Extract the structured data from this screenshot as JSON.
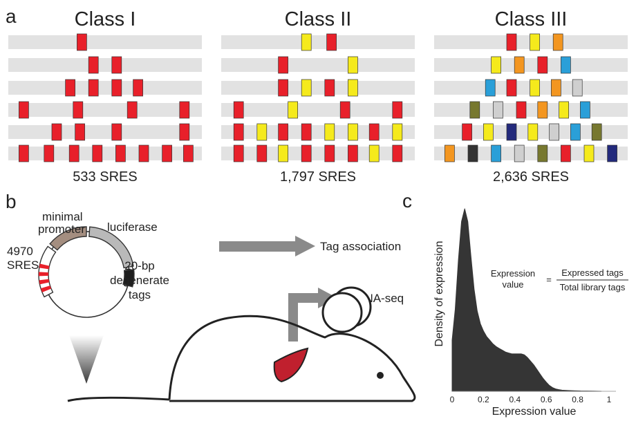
{
  "panel_a": {
    "letter": "a",
    "classes": [
      {
        "title": "Class I",
        "count": "533 SRES",
        "rows": [
          [
            {
              "c": "red",
              "p": 0.38
            }
          ],
          [
            {
              "c": "red",
              "p": 0.44
            },
            {
              "c": "red",
              "p": 0.56
            }
          ],
          [
            {
              "c": "red",
              "p": 0.32
            },
            {
              "c": "red",
              "p": 0.44
            },
            {
              "c": "red",
              "p": 0.56
            },
            {
              "c": "red",
              "p": 0.67
            }
          ],
          [
            {
              "c": "red",
              "p": 0.08
            },
            {
              "c": "red",
              "p": 0.36
            },
            {
              "c": "red",
              "p": 0.64
            },
            {
              "c": "red",
              "p": 0.91
            }
          ],
          [
            {
              "c": "red",
              "p": 0.25
            },
            {
              "c": "red",
              "p": 0.37
            },
            {
              "c": "red",
              "p": 0.56
            },
            {
              "c": "red",
              "p": 0.91
            }
          ],
          [
            {
              "c": "red",
              "p": 0.08
            },
            {
              "c": "red",
              "p": 0.21
            },
            {
              "c": "red",
              "p": 0.34
            },
            {
              "c": "red",
              "p": 0.46
            },
            {
              "c": "red",
              "p": 0.58
            },
            {
              "c": "red",
              "p": 0.7
            },
            {
              "c": "red",
              "p": 0.82
            },
            {
              "c": "red",
              "p": 0.93
            }
          ]
        ]
      },
      {
        "title": "Class II",
        "count": "1,797 SRES",
        "rows": [
          [
            {
              "c": "yellow",
              "p": 0.44
            },
            {
              "c": "red",
              "p": 0.57
            }
          ],
          [
            {
              "c": "red",
              "p": 0.32
            },
            {
              "c": "yellow",
              "p": 0.68
            }
          ],
          [
            {
              "c": "red",
              "p": 0.32
            },
            {
              "c": "yellow",
              "p": 0.44
            },
            {
              "c": "red",
              "p": 0.56
            },
            {
              "c": "yellow",
              "p": 0.68
            }
          ],
          [
            {
              "c": "red",
              "p": 0.09
            },
            {
              "c": "yellow",
              "p": 0.37
            },
            {
              "c": "red",
              "p": 0.64
            },
            {
              "c": "red",
              "p": 0.91
            }
          ],
          [
            {
              "c": "red",
              "p": 0.09
            },
            {
              "c": "yellow",
              "p": 0.21
            },
            {
              "c": "red",
              "p": 0.32
            },
            {
              "c": "red",
              "p": 0.44
            },
            {
              "c": "yellow",
              "p": 0.56
            },
            {
              "c": "yellow",
              "p": 0.68
            },
            {
              "c": "red",
              "p": 0.79
            },
            {
              "c": "yellow",
              "p": 0.91
            }
          ],
          [
            {
              "c": "red",
              "p": 0.09
            },
            {
              "c": "red",
              "p": 0.21
            },
            {
              "c": "yellow",
              "p": 0.32
            },
            {
              "c": "red",
              "p": 0.44
            },
            {
              "c": "red",
              "p": 0.56
            },
            {
              "c": "red",
              "p": 0.68
            },
            {
              "c": "yellow",
              "p": 0.79
            },
            {
              "c": "red",
              "p": 0.91
            }
          ]
        ]
      },
      {
        "title": "Class III",
        "count": "2,636 SRES",
        "rows": [
          [
            {
              "c": "red",
              "p": 0.4
            },
            {
              "c": "yellow",
              "p": 0.52
            },
            {
              "c": "orange",
              "p": 0.64
            }
          ],
          [
            {
              "c": "yellow",
              "p": 0.32
            },
            {
              "c": "orange",
              "p": 0.44
            },
            {
              "c": "red",
              "p": 0.56
            },
            {
              "c": "blue",
              "p": 0.68
            }
          ],
          [
            {
              "c": "blue",
              "p": 0.29
            },
            {
              "c": "red",
              "p": 0.4
            },
            {
              "c": "yellow",
              "p": 0.52
            },
            {
              "c": "orange",
              "p": 0.63
            },
            {
              "c": "gray",
              "p": 0.74
            }
          ],
          [
            {
              "c": "olive",
              "p": 0.21
            },
            {
              "c": "gray",
              "p": 0.33
            },
            {
              "c": "red",
              "p": 0.45
            },
            {
              "c": "orange",
              "p": 0.56
            },
            {
              "c": "yellow",
              "p": 0.67
            },
            {
              "c": "blue",
              "p": 0.78
            }
          ],
          [
            {
              "c": "red",
              "p": 0.17
            },
            {
              "c": "yellow",
              "p": 0.28
            },
            {
              "c": "navy",
              "p": 0.4
            },
            {
              "c": "yellow",
              "p": 0.51
            },
            {
              "c": "gray",
              "p": 0.62
            },
            {
              "c": "blue",
              "p": 0.73
            },
            {
              "c": "olive",
              "p": 0.84
            }
          ],
          [
            {
              "c": "orange",
              "p": 0.08
            },
            {
              "c": "black",
              "p": 0.2
            },
            {
              "c": "blue",
              "p": 0.32
            },
            {
              "c": "gray",
              "p": 0.44
            },
            {
              "c": "olive",
              "p": 0.56
            },
            {
              "c": "red",
              "p": 0.68
            },
            {
              "c": "yellow",
              "p": 0.8
            },
            {
              "c": "navy",
              "p": 0.92
            }
          ]
        ]
      }
    ]
  },
  "colors": {
    "red": "#e8202a",
    "yellow": "#f5ea1c",
    "orange": "#f39620",
    "blue": "#2a9fd8",
    "gray": "#cfcfcf",
    "olive": "#77782f",
    "navy": "#232a7c",
    "black": "#333333",
    "track": "#e2e2e2",
    "arrow": "#8a8a8a",
    "plasmid_promoter": "#a48e80",
    "plasmid_luciferase": "#b9b9b9",
    "plasmid_tag": "#1e1e1e",
    "density_fill": "#353535",
    "ear": "#c0202e"
  },
  "panel_b": {
    "letter": "b",
    "label_minimal": "minimal",
    "label_promoter": "promoter",
    "label_luciferase": "luciferase",
    "label_4970": "4970",
    "label_sres": "SRES",
    "label_20bp": "20-bp",
    "label_degenerate": "degenerate",
    "label_tags": "tags",
    "arrow_tag": "Tag association",
    "arrow_mrna": "mRNA-seq"
  },
  "panel_c": {
    "letter": "c",
    "eq_lhs_1": "Expression",
    "eq_lhs_2": "value",
    "eq_equals": "=",
    "eq_num": "Expressed tags",
    "eq_den": "Total library tags"
  },
  "chart_data": {
    "type": "area",
    "title": "",
    "xlabel": "Expression value",
    "ylabel": "Density of expression",
    "xlim": [
      0,
      1
    ],
    "x_ticks": [
      "0",
      "0.2",
      "0.4",
      "0.6",
      "0.8",
      "1"
    ],
    "x": [
      0,
      0.02,
      0.04,
      0.06,
      0.08,
      0.1,
      0.12,
      0.14,
      0.16,
      0.18,
      0.2,
      0.22,
      0.24,
      0.26,
      0.28,
      0.3,
      0.32,
      0.34,
      0.36,
      0.38,
      0.4,
      0.42,
      0.44,
      0.46,
      0.48,
      0.5,
      0.52,
      0.54,
      0.56,
      0.58,
      0.6,
      0.62,
      0.64,
      0.66,
      0.68,
      0.7,
      0.74,
      0.78,
      0.82,
      0.86,
      0.9,
      0.95
    ],
    "y": [
      0.28,
      0.45,
      0.72,
      0.93,
      1.0,
      0.93,
      0.74,
      0.56,
      0.44,
      0.37,
      0.33,
      0.3,
      0.28,
      0.26,
      0.245,
      0.235,
      0.225,
      0.215,
      0.21,
      0.205,
      0.205,
      0.205,
      0.205,
      0.2,
      0.185,
      0.165,
      0.145,
      0.12,
      0.095,
      0.07,
      0.05,
      0.032,
      0.02,
      0.013,
      0.009,
      0.006,
      0.004,
      0.003,
      0.002,
      0.0015,
      0.001,
      0.0
    ]
  }
}
